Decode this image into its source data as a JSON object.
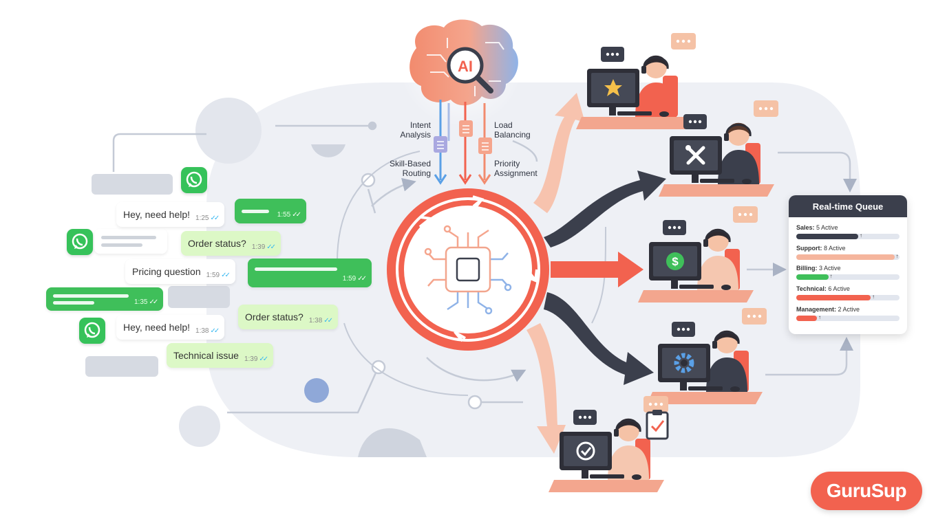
{
  "brand": {
    "logo_text": "GuruSup",
    "accent": "#f2624f",
    "dark": "#3b3f4c",
    "whatsapp_green": "#36c25a"
  },
  "ai": {
    "brain_label": "AI"
  },
  "routing_labels": {
    "intent": "Intent\nAnalysis",
    "skill": "Skill-Based\nRouting",
    "load": "Load\nBalancing",
    "priority": "Priority\nAssignment"
  },
  "chat_messages": [
    {
      "text": "Hey, need help!",
      "time": "1:25",
      "style": "white"
    },
    {
      "text": "",
      "time": "1:55",
      "style": "green"
    },
    {
      "text": "Order status?",
      "time": "1:39",
      "style": "lightgreen"
    },
    {
      "text": "Pricing question",
      "time": "1:59",
      "style": "white"
    },
    {
      "text": "",
      "time": "1:59",
      "style": "green"
    },
    {
      "text": "",
      "time": "1:35",
      "style": "green"
    },
    {
      "text": "Order status?",
      "time": "1:38",
      "style": "lightgreen"
    },
    {
      "text": "Hey, need help!",
      "time": "1:38",
      "style": "white"
    },
    {
      "text": "Technical issue",
      "time": "1:39",
      "style": "lightgreen"
    }
  ],
  "agents": [
    {
      "screen_icon": "star-icon"
    },
    {
      "screen_icon": "tools-icon"
    },
    {
      "screen_icon": "dollar-icon"
    },
    {
      "screen_icon": "gear-icon"
    },
    {
      "screen_icon": "check-icon"
    }
  ],
  "queue": {
    "title": "Real-time Queue",
    "rows": [
      {
        "name": "Sales:",
        "status": "5 Active",
        "level": 0.6,
        "color": "#3b3f4c"
      },
      {
        "name": "Support:",
        "status": "8 Active",
        "level": 0.95,
        "color": "#f5b59d"
      },
      {
        "name": "Billing:",
        "status": "3 Active",
        "level": 0.31,
        "color": "#3fbf5a"
      },
      {
        "name": "Technical:",
        "status": "6 Active",
        "level": 0.72,
        "color": "#f2624f"
      },
      {
        "name": "Management:",
        "status": "2 Active",
        "level": 0.2,
        "color": "#f2624f"
      }
    ]
  }
}
